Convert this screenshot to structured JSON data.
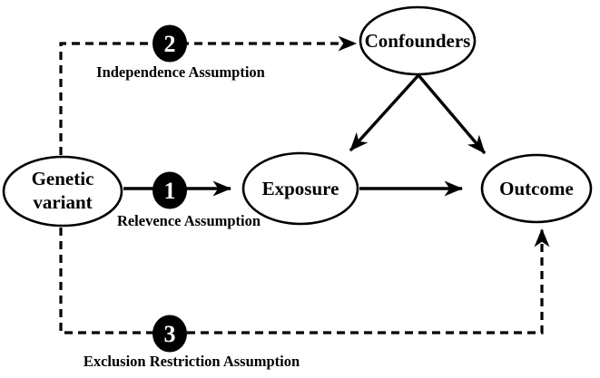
{
  "diagram": {
    "title": "Mendelian randomization assumptions diagram",
    "colors": {
      "background": "#ffffff",
      "ink": "#000000",
      "badge_fill": "#000000",
      "badge_text": "#ffffff"
    },
    "nodes": {
      "genetic_variant": {
        "label_line1": "Genetic",
        "label_line2": "variant"
      },
      "exposure": {
        "label": "Exposure"
      },
      "outcome": {
        "label": "Outcome"
      },
      "confounders": {
        "label": "Confounders"
      }
    },
    "assumptions": [
      {
        "number": "1",
        "label": "Relevence Assumption"
      },
      {
        "number": "2",
        "label": "Independence Assumption"
      },
      {
        "number": "3",
        "label": "Exclusion Restriction Assumption"
      }
    ],
    "edges": [
      {
        "name": "genetic-variant-to-exposure",
        "style": "solid"
      },
      {
        "name": "exposure-to-outcome",
        "style": "solid"
      },
      {
        "name": "confounders-to-exposure",
        "style": "solid"
      },
      {
        "name": "confounders-to-outcome",
        "style": "solid"
      },
      {
        "name": "genetic-variant-to-confounders",
        "style": "dashed"
      },
      {
        "name": "genetic-variant-to-outcome",
        "style": "dashed"
      }
    ]
  }
}
